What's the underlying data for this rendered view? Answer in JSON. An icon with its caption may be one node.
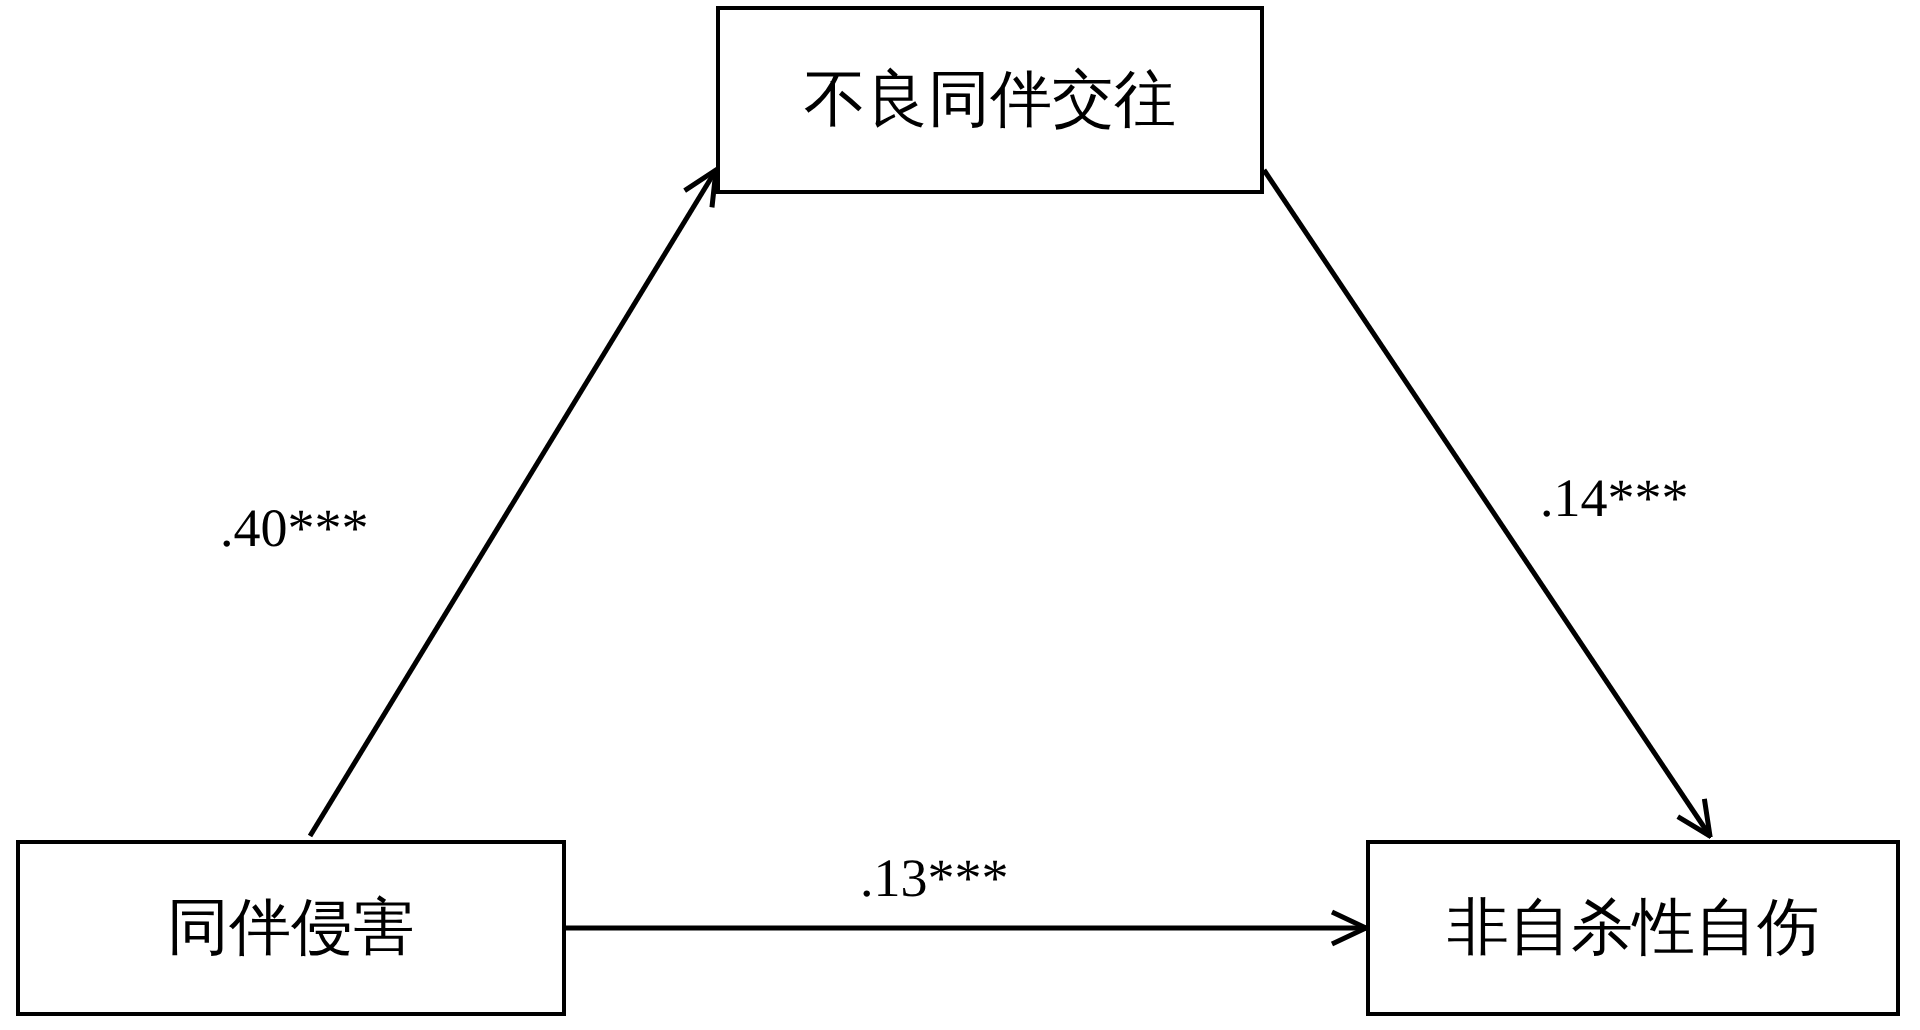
{
  "diagram": {
    "nodes": [
      {
        "text": [
          "同伴侵害"
        ]
      },
      {
        "text": [
          "不良同伴交往"
        ]
      },
      {
        "text": [
          "非自杀性自伤"
        ]
      }
    ],
    "edges": [
      {
        "from": 0,
        "to": 1,
        "arrow": "to",
        "label": ".40***"
      },
      {
        "from": 1,
        "to": 2,
        "arrow": "to",
        "label": ".14***"
      },
      {
        "from": 0,
        "to": 2,
        "arrow": "to",
        "label": ".13***"
      }
    ]
  }
}
